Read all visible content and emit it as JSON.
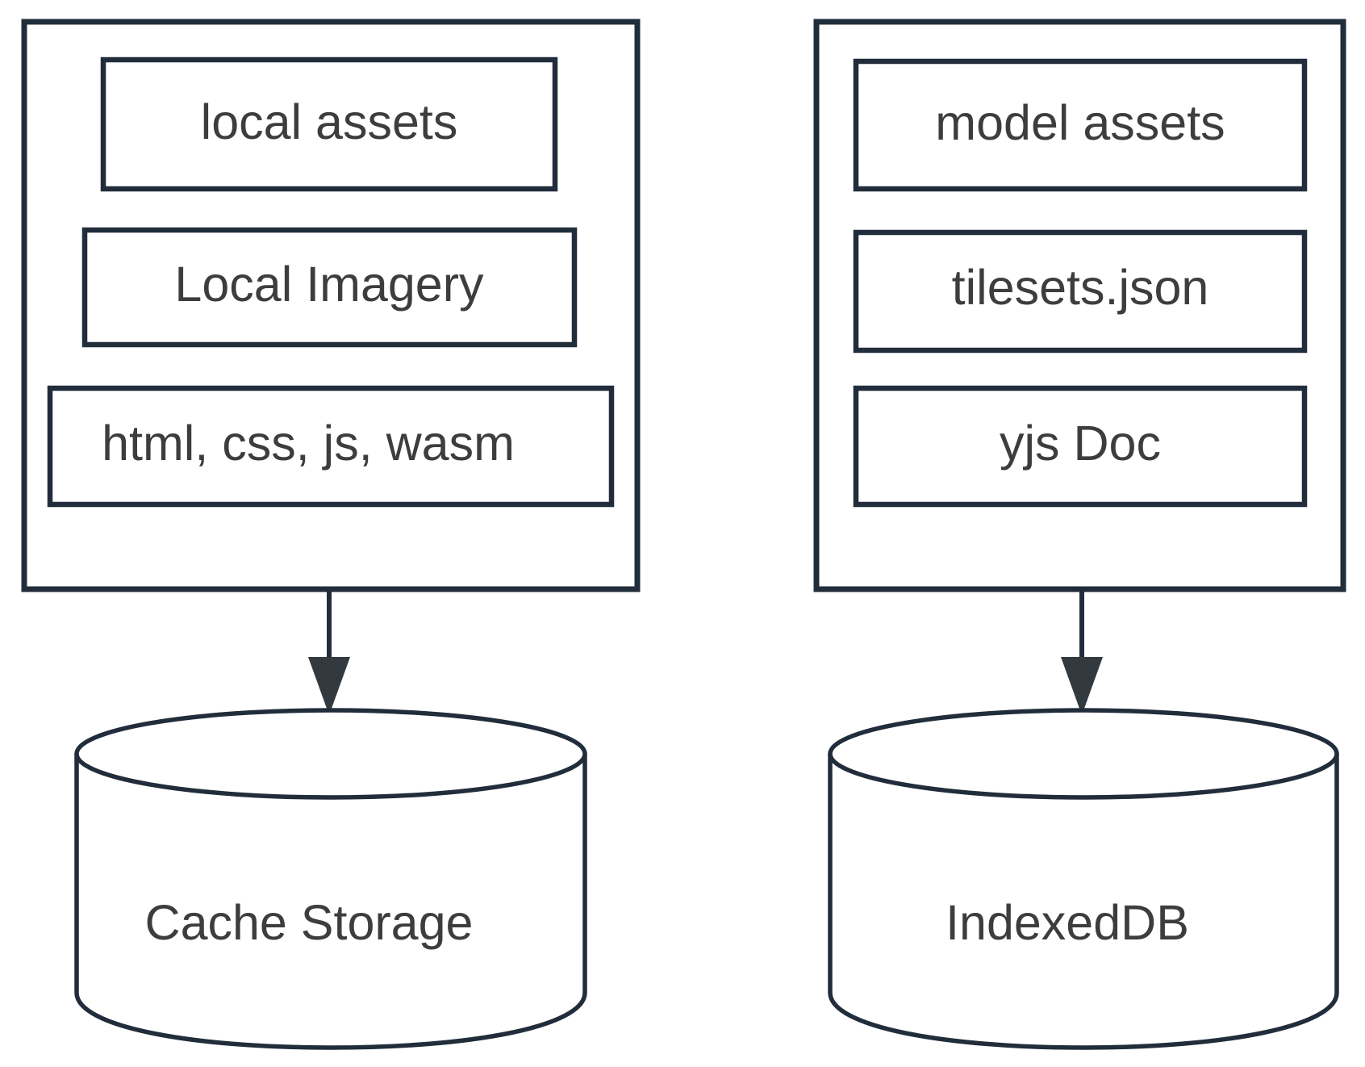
{
  "diagram": {
    "type": "architecture-storage-diagram",
    "line_color": "#212d3b",
    "text_color": "#3d3d3d",
    "background_color": "#ffffff",
    "columns": [
      {
        "id": "cache-column",
        "container_name": "left-asset-container",
        "items": [
          {
            "id": "local-assets",
            "label": "local assets"
          },
          {
            "id": "local-imagery",
            "label": "Local Imagery"
          },
          {
            "id": "web-bundle",
            "label": "html, css, js, wasm"
          }
        ],
        "arrow": {
          "id": "cache-arrow",
          "direction": "down"
        },
        "store": {
          "id": "cache-storage",
          "label": "Cache Storage",
          "shape": "cylinder"
        }
      },
      {
        "id": "indexeddb-column",
        "container_name": "right-asset-container",
        "items": [
          {
            "id": "model-assets",
            "label": "model assets"
          },
          {
            "id": "tilesets-json",
            "label": "tilesets.json"
          },
          {
            "id": "yjs-doc",
            "label": "yjs Doc"
          }
        ],
        "arrow": {
          "id": "indexeddb-arrow",
          "direction": "down"
        },
        "store": {
          "id": "indexeddb",
          "label": "IndexedDB",
          "shape": "cylinder"
        }
      }
    ]
  }
}
